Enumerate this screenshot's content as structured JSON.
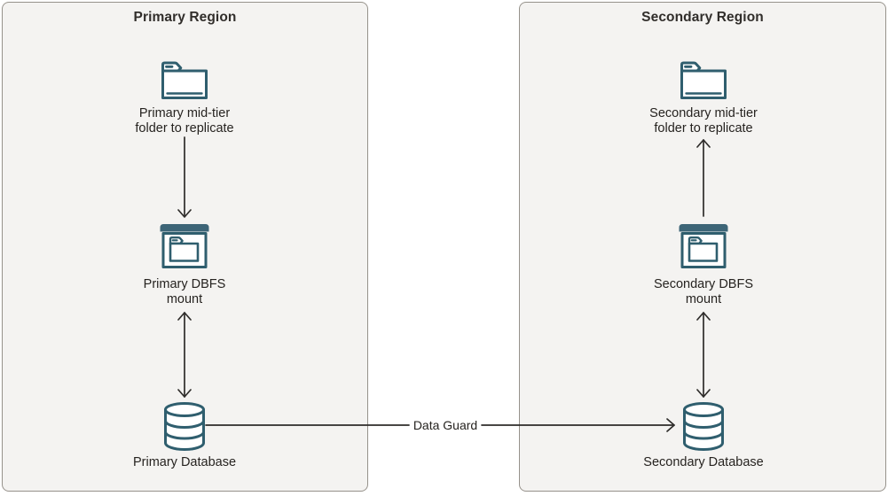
{
  "connector_label": "Data Guard",
  "regions": {
    "primary": {
      "title": "Primary Region",
      "folder_label_line1": "Primary mid-tier",
      "folder_label_line2": "folder to replicate",
      "dbfs_label_line1": "Primary DBFS",
      "dbfs_label_line2": "mount",
      "db_label": "Primary Database"
    },
    "secondary": {
      "title": "Secondary Region",
      "folder_label_line1": "Secondary mid-tier",
      "folder_label_line2": "folder to replicate",
      "dbfs_label_line1": "Secondary DBFS",
      "dbfs_label_line2": "mount",
      "db_label": "Secondary Database"
    }
  },
  "icons": {
    "folder": "folder-icon",
    "dbfs_mount": "window-with-folder-icon",
    "database": "database-cylinder-icon"
  },
  "colors": {
    "icon_stroke": "#2f5e6e",
    "icon_bar_fill": "#3d6577",
    "region_fill": "#f4f3f1",
    "region_border": "#96928b",
    "arrow": "#2e2c2a",
    "title_text": "#312e2b",
    "label_text": "#262320",
    "background": "#ffffff"
  }
}
